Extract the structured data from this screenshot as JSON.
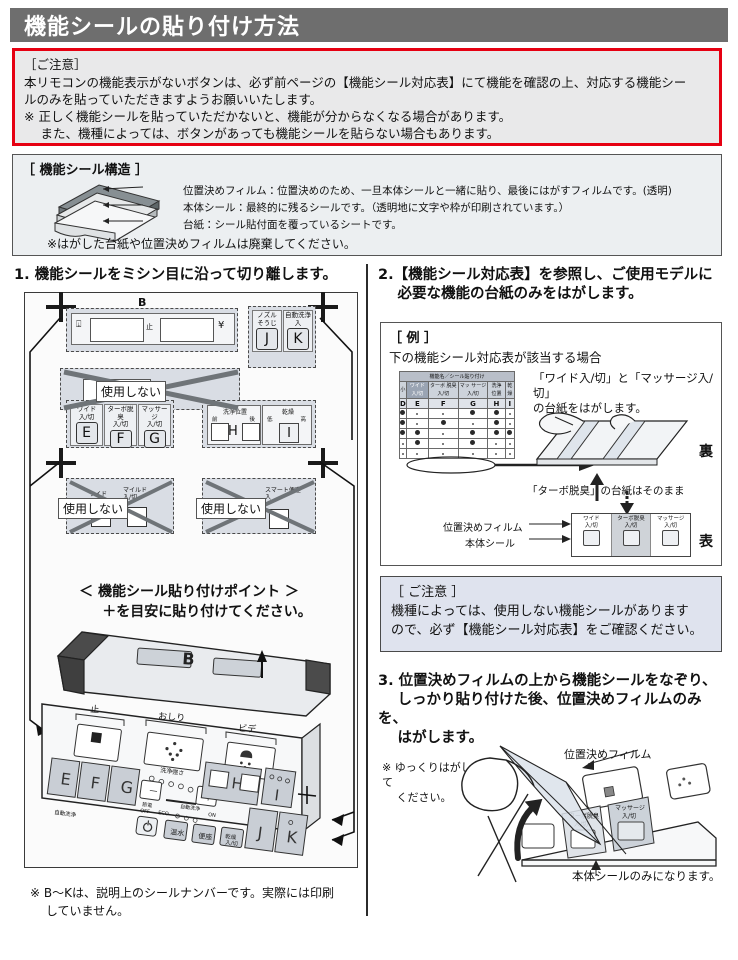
{
  "header": {
    "title": "機能シールの貼り付け方法"
  },
  "caution_top": {
    "heading": "［ご注意］",
    "lines": [
      "本リモコンの機能表示がないボタンは、必ず前ページの【機能シール対応表】にて機能を確認の上、対応する機能シー",
      "ルのみを貼っていただきますようお願いいたします。",
      "※ 正しく機能シールを貼っていただかないと、機能が分からなくなる場合があります。",
      "　 また、機種によっては、ボタンがあっても機能シールを貼らない場合もあります。"
    ]
  },
  "structure": {
    "title": "［ 機能シール構造 ］",
    "layers": [
      "位置決めフィルム：位置決めのため、一旦本体シールと一緒に貼り、最後にはがすフィルムです。(透明)",
      "本体シール：最終的に残るシールです。（透明地に文字や枠が印刷されています。）",
      "台紙：シール貼付面を覆っているシートです。"
    ],
    "note": "※はがした台紙や位置決めフィルムは廃棄してください。"
  },
  "step1": {
    "heading": "1. 機能シールをミシン目に沿って切り離します。",
    "sheet_label_b": "B",
    "stickers_row1": [
      {
        "caption": "",
        "key": "",
        "icon": "nozzle-icon"
      },
      {
        "caption": "",
        "key": "",
        "icon": "stop-icon"
      },
      {
        "caption": "",
        "key": "",
        "icon": "yen-icon"
      }
    ],
    "stickers_jk": [
      {
        "caption": "ノズル\nそうじ",
        "key": "J"
      },
      {
        "caption": "自動洗浄\n入",
        "key": "K"
      }
    ],
    "stickers_efg": [
      {
        "caption": "ワイド\n入/切",
        "key": "E"
      },
      {
        "caption": "ターボ脱臭\n入/切",
        "key": "F"
      },
      {
        "caption": "マッサージ\n入/切",
        "key": "G"
      }
    ],
    "stickers_hi": [
      {
        "caption": "洗浄位置",
        "sub_left": "前",
        "sub_right": "後",
        "key": "H"
      },
      {
        "caption": "乾燥",
        "sub_left": "低",
        "sub_right": "高",
        "key": "I"
      }
    ],
    "unused_label": "使用しない",
    "unused_row2": [
      {
        "caption_left": "ワイド",
        "caption_right": "マイルド\n入/切"
      },
      {
        "caption_right": "スマート便座\n入"
      }
    ],
    "point_title": "＜ 機能シール貼り付けポイント ＞",
    "point_sub": "＋を目安に貼り付けてください。",
    "remote": {
      "top_label": "B",
      "btn_stop": "止",
      "btn_oshiri": "おしり",
      "btn_bidet": "ビデ",
      "strength_label": "洗浄強さ",
      "minus": "－",
      "plus": "＋",
      "keys_row1": [
        "E",
        "F",
        "G"
      ],
      "keys_hi": [
        "H",
        "I"
      ],
      "keys_jk": [
        "J",
        "K"
      ],
      "left_label": "自動洗浄",
      "power_label": "節電\nOFF",
      "eco_label": "ECO",
      "auto_label": "自動洗浄",
      "on_label": "ON",
      "btn_onsui": "温水",
      "btn_benza": "便座",
      "btn_kansou": "乾燥\n入/切"
    },
    "footnote": "※ B～Kは、説明上のシールナンバーです。実際には印刷\n　 していません。"
  },
  "step2": {
    "heading": "2.【機能シール対応表】を参照し、ご使用モデルに\n　 必要な機能の台紙のみをはがします。",
    "example_title": "［ 例 ］",
    "example_sub": "下の機能シール対応表が該当する場合",
    "table": {
      "super_header": "機能名／シール貼り付け",
      "columns": [
        {
          "label": "小",
          "letter": ""
        },
        {
          "label": "ワイド\n入/切",
          "letter": "E"
        },
        {
          "label": "ターボ\n脱臭\n入/切",
          "letter": "F"
        },
        {
          "label": "マッ\nサージ\n入/切",
          "letter": "G"
        },
        {
          "label": "洗浄\n位置",
          "letter": "H"
        },
        {
          "label": "乾燥",
          "letter": "I"
        }
      ],
      "first_letter": "D",
      "rows": [
        [
          "dot",
          "sm",
          "sm",
          "dot",
          "dot",
          "sm"
        ],
        [
          "dot",
          "sm",
          "dot",
          "sm",
          "dot",
          "sm"
        ],
        [
          "dot",
          "dot",
          "sm",
          "dot",
          "dot",
          "dot"
        ],
        [
          "sm",
          "dot",
          "sm",
          "dot",
          "sm",
          "sm"
        ],
        [
          "sm",
          "sm",
          "sm",
          "sm",
          "sm",
          "sm"
        ]
      ]
    },
    "callout": "「ワイド入/切」と「マッサージ入/切」\nの台紙をはがします。",
    "back_label": "裏",
    "front_label": "表",
    "turbo_note": "「ターボ脱臭」の台紙はそのまま",
    "front_strip": [
      {
        "caption": "ワイド\n入/切"
      },
      {
        "caption": "ターボ脱臭\n入/切"
      },
      {
        "caption": "マッサージ\n入/切"
      }
    ],
    "lead_film": "位置決めフィルム",
    "lead_body": "本体シール",
    "caution": {
      "heading": "［ ご注意 ］",
      "lines": [
        "機種によっては、使用しない機能シールがあります",
        "ので、必ず【機能シール対応表】をご確認ください。"
      ]
    }
  },
  "step3": {
    "heading": "3. 位置決めフィルムの上から機能シールをなぞり、\n　 しっかり貼り付けた後、位置決めフィルムのみを、\n　 はがします。",
    "note": "※ ゆっくりはがして\n　 ください。",
    "label_film": "位置決めフィルム",
    "label_body": "本体シールのみになります。",
    "buttons": [
      {
        "caption": "ターボ脱臭\n入/切"
      },
      {
        "caption": "マッサージ\n入/切"
      }
    ]
  },
  "colors": {
    "header_bg": "#6e6e6e",
    "caution_border": "#e60012",
    "caution_bg": "#e9e9ea",
    "panel_bg": "#dfe3ee",
    "sticker_bg": "#d9dde4"
  }
}
